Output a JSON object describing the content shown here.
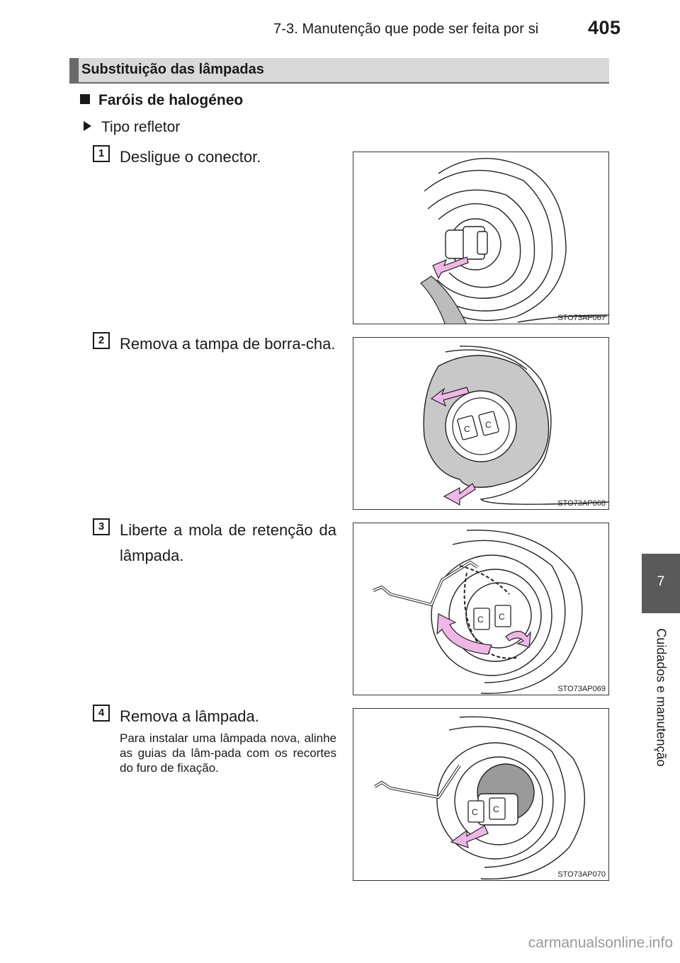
{
  "header": {
    "title": "7-3. Manutenção que pode ser feita por si",
    "page_number": "405"
  },
  "section": {
    "title": "Substituição das lâmpadas"
  },
  "subheading": "Faróis de halogéneo",
  "subsubheading": "Tipo refletor",
  "steps": [
    {
      "number": "1",
      "text": "Desligue o conector.",
      "figure_code": "STO73AP067"
    },
    {
      "number": "2",
      "text": "Remova a tampa de borra-cha.",
      "figure_code": "STO73AP068"
    },
    {
      "number": "3",
      "text": "Liberte a mola de retenção da lâmpada.",
      "figure_code": "STO73AP069"
    },
    {
      "number": "4",
      "text": "Remova a lâmpada.",
      "note": "Para instalar uma lâmpada nova, alinhe as guias da lâm-pada com os recortes do furo de fixação.",
      "figure_code": "STO73AP070"
    }
  ],
  "side_tab": {
    "number": "7",
    "label": "Cuidados e manutenção"
  },
  "watermark": "carmanualsonline.info",
  "colors": {
    "arrow": "#f0b6e6",
    "section_bar": "#d9d9d9",
    "tab": "#5a5a5a",
    "cover": "#c8c8c8"
  }
}
